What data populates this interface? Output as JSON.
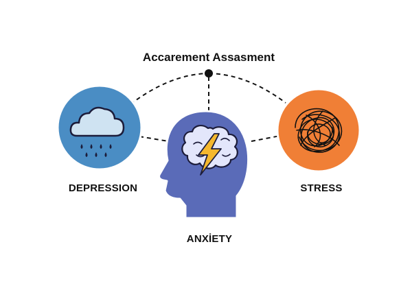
{
  "title": "Accarement Assasment",
  "nodes": {
    "depression": {
      "label": "DEPRESSION",
      "color": "#4a8dc4",
      "icon": "rain-cloud-icon"
    },
    "anxiety": {
      "label": "ANXİETY",
      "color": "#5a6bb8",
      "icon": "head-brain-lightning-icon"
    },
    "stress": {
      "label": "STRESS",
      "color": "#f07f36",
      "icon": "tangled-scribble-icon"
    }
  },
  "colors": {
    "connector": "#111111",
    "lightning": "#f5b82e",
    "icon_stroke": "#1c1c3a",
    "outline": "#ffffff"
  }
}
